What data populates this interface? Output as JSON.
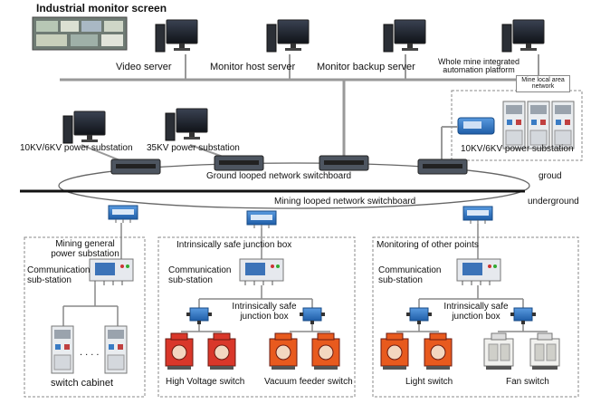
{
  "title": "Industrial monitor screen",
  "servers": {
    "video": "Video server",
    "monitor_host": "Monitor host server",
    "monitor_backup": "Monitor backup server",
    "whole_mine": "Whole mine integrated automation platform",
    "mine_lan": "Mine local area network"
  },
  "substations": {
    "left": "10KV/6KV power substation",
    "mid": "35KV power substation",
    "right": "10KV/6KV power substation"
  },
  "ground_switch": "Ground looped network switchboard",
  "mining_switch": "Mining looped network switchboard",
  "zones": {
    "ground": "groud",
    "underground": "underground"
  },
  "box1": {
    "title": "Mining general power substation",
    "comm": "Communication sub-station",
    "dots": ". . . .",
    "cabinet": "switch cabinet"
  },
  "box2": {
    "title": "Intrinsically safe junction box",
    "comm": "Communication sub-station",
    "junction": "Intrinsically safe junction box",
    "hv": "High Voltage switch",
    "vf": "Vacuum feeder switch"
  },
  "box3": {
    "title": "Monitoring of other points",
    "comm": "Communication sub-station",
    "junction": "Intrinsically safe junction box",
    "light": "Light switch",
    "fan": "Fan switch"
  },
  "colors": {
    "red": "#d9372a",
    "orange": "#e85a1e",
    "blue": "#2a73c9",
    "gray": "#888888"
  }
}
